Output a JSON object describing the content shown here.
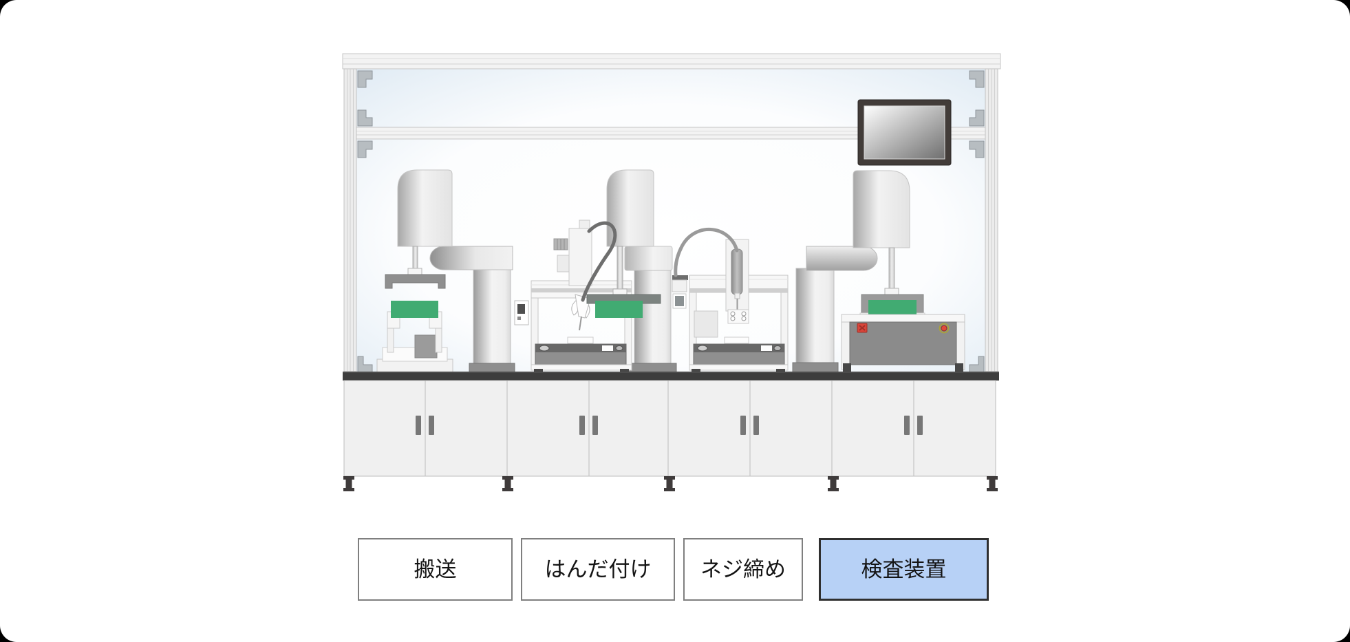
{
  "controls": {
    "buttons": [
      {
        "id": "transport",
        "label": "搬送",
        "active": false
      },
      {
        "id": "soldering",
        "label": "はんだ付け",
        "active": false
      },
      {
        "id": "screw-tightening",
        "label": "ネジ締め",
        "active": false
      },
      {
        "id": "inspection",
        "label": "検査装置",
        "active": true
      }
    ]
  },
  "illustration": {
    "stations": [
      {
        "id": "transport"
      },
      {
        "id": "soldering"
      },
      {
        "id": "screw-tightening"
      },
      {
        "id": "inspection"
      }
    ],
    "monitor": {
      "present": true
    },
    "workpieces": {
      "count": 3,
      "color_name": "green-pcb"
    }
  },
  "colors": {
    "page_background": "#000000",
    "card_background": "#ffffff",
    "pcb_green": "#41ab72",
    "active_button_blue": "#b7d1f6",
    "button_border_gray": "#7f7f7f",
    "active_button_border": "#2f2f2f",
    "worktop_dark": "#3d3d3d",
    "monitor_bezel": "#423c39",
    "alert_red": "#d9453a"
  }
}
